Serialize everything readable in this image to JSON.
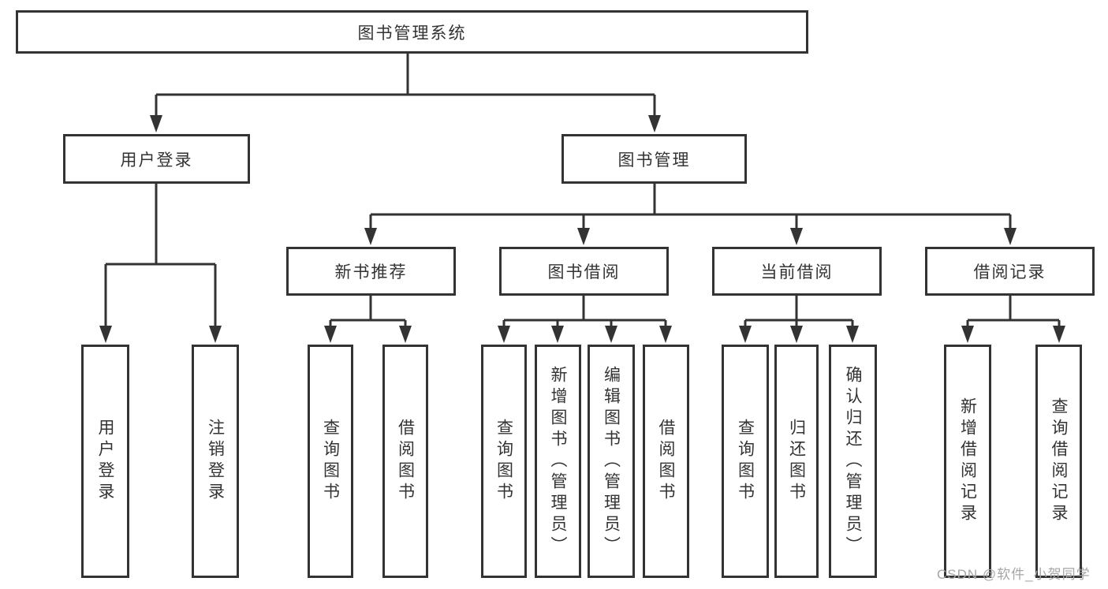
{
  "root": {
    "label": "图书管理系统"
  },
  "branches": {
    "user_login": {
      "label": "用户登录",
      "children": [
        {
          "label": "用户登录"
        },
        {
          "label": "注销登录"
        }
      ]
    },
    "book_management": {
      "label": "图书管理",
      "sections": [
        {
          "label": "新书推荐",
          "children": [
            {
              "label": "查询图书"
            },
            {
              "label": "借阅图书"
            }
          ]
        },
        {
          "label": "图书借阅",
          "children": [
            {
              "label": "查询图书"
            },
            {
              "label": "新增图书（管理员）"
            },
            {
              "label": "编辑图书（管理员）"
            },
            {
              "label": "借阅图书"
            }
          ]
        },
        {
          "label": "当前借阅",
          "children": [
            {
              "label": "查询图书"
            },
            {
              "label": "归还图书"
            },
            {
              "label": "确认归还（管理员）"
            }
          ]
        },
        {
          "label": "借阅记录",
          "children": [
            {
              "label": "新增借阅记录"
            },
            {
              "label": "查询借阅记录"
            }
          ]
        }
      ]
    }
  },
  "watermark": {
    "text": "CSDN @软件_小贺同学"
  },
  "colors": {
    "line": "#333333",
    "text": "#333333",
    "background": "#ffffff",
    "watermark": "#a6a6a6"
  }
}
